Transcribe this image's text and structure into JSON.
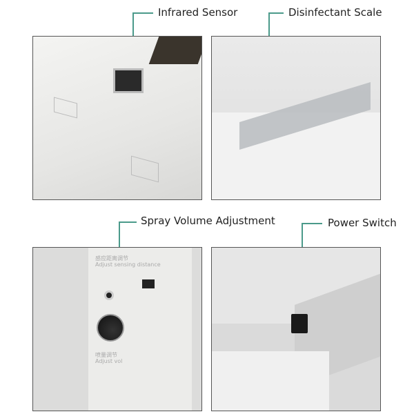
{
  "callouts": {
    "infrared_sensor": "Infrared Sensor",
    "disinfectant_scale": "Disinfectant Scale",
    "spray_volume": "Spray Volume Adjustment",
    "power_switch": "Power Switch"
  },
  "device_text": {
    "sensing_cn": "感应距离调节",
    "sensing_en": "Adjust sensing distance",
    "vol_cn": "喷量调节",
    "vol_en": "Adjust vol"
  },
  "colors": {
    "callout_line": "#4a9a8a"
  }
}
